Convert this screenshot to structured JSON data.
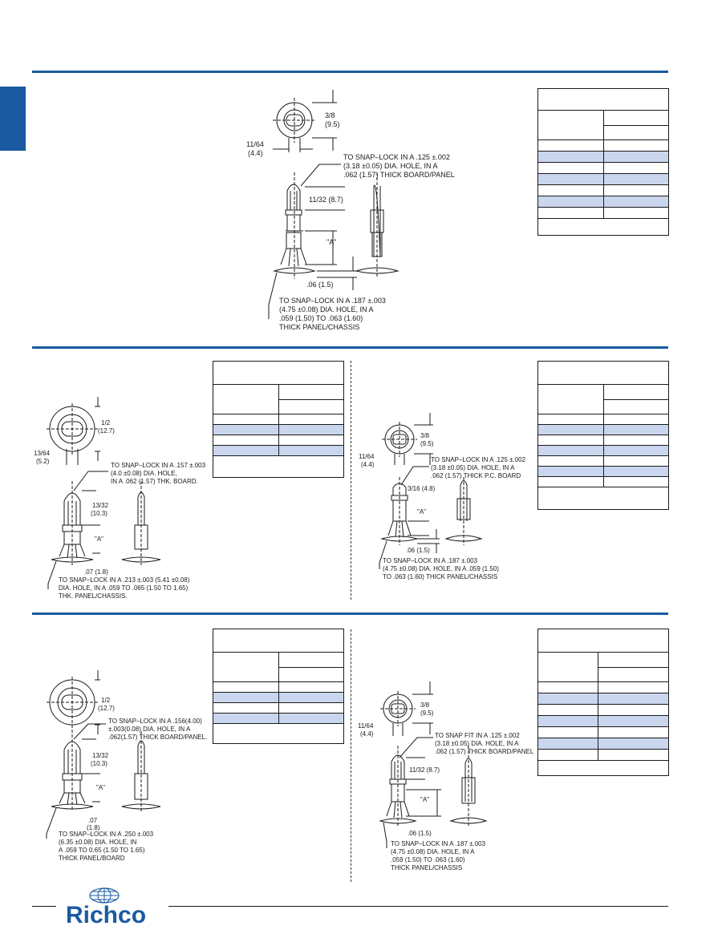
{
  "colors": {
    "accent": "#1a5aa0",
    "table_stripe": "#c9d6ee"
  },
  "brand": {
    "name": "Richco",
    "logo": "globe-logo"
  },
  "sections": [
    {
      "id": "s1",
      "dims": [
        "3/8",
        "(9.5)",
        "11/64",
        "(4.4)",
        "11/32 (8.7)",
        "\"A\"",
        ".06 (1.5)"
      ],
      "notes": [
        "TO SNAP–LOCK IN A .125 ±.002",
        "(3.18 ±0.05) DIA. HOLE, IN A",
        ".062 (1.57) THICK BOARD/PANEL"
      ],
      "notes2": [
        "TO SNAP–LOCK IN A .187 ±.003",
        "(4.75 ±0.08) DIA. HOLE, IN A",
        ".059 (1.50) TO .063 (1.60)",
        "THICK PANEL/CHASSIS"
      ]
    },
    {
      "id": "s2",
      "dims": [
        "1/2",
        "(12.7)",
        "13/64",
        "(5.2)",
        "13/32",
        "(10.3)",
        "\"A\"",
        ".07 (1.8)"
      ],
      "notes": [
        "TO SNAP–LOCK IN A .157 ±.003",
        "(4.0 ±0.08) DIA. HOLE,",
        "IN A .062 (1.57) THK. BOARD."
      ],
      "notes2": [
        "TO SNAP–LOCK IN A .213 ±.003 (5.41 ±0.08)",
        "DIA. HOLE, IN A .059 TO .065 (1.50 TO 1.65)",
        "THK. PANEL/CHASSIS."
      ]
    },
    {
      "id": "s3",
      "dims": [
        "3/8",
        "(9.5)",
        "11/64",
        "(4.4)",
        "3/16 (4.8)",
        "\"A\"",
        ".06 (1.5)"
      ],
      "notes": [
        "TO SNAP–LOCK IN A .125 ±.002",
        "(3.18 ±0.05) DIA. HOLE, IN A",
        ".062 (1.57) THICK P.C. BOARD"
      ],
      "notes2": [
        "TO SNAP–LOCK IN A .187 ±.003",
        "(4.75 ±0.08) DIA. HOLE, IN A .059 (1.50)",
        "TO .063 (1.60) THICK PANEL/CHASSIS"
      ]
    },
    {
      "id": "s4",
      "dims": [
        "1/2",
        "(12.7)",
        "13/32",
        "(10.3)",
        "\"A\"",
        ".07",
        "(1.8)"
      ],
      "notes": [
        "TO SNAP–LOCK IN A .156(4.00)",
        "±.003(0.08) DIA. HOLE, IN A",
        ".062(1.57) THICK BOARD/PANEL."
      ],
      "notes2": [
        "TO SNAP–LOCK IN A .250 ±.003",
        "(6.35 ±0.08) DIA. HOLE, IN",
        "A .059 TO 0.65 (1.50 TO 1.65)",
        "THICK PANEL/BOARD"
      ]
    },
    {
      "id": "s5",
      "dims": [
        "3/8",
        "(9.5)",
        "11/64",
        "(4.4)",
        "11/32 (8.7)",
        "\"A\"",
        ".06 (1.5)"
      ],
      "notes": [
        "TO SNAP FIT IN A .125 ±.002",
        "(3.18 ±0.05) DIA. HOLE, IN A",
        ".062 (1.57) THICK BOARD/PANEL"
      ],
      "notes2": [
        "TO SNAP–LOCK IN A .187 ±.003",
        "(4.75 ±0.08) DIA. HOLE, IN A",
        ".059 (1.50) TO .063 (1.60)",
        "THICK PANEL/CHASSIS"
      ]
    }
  ]
}
